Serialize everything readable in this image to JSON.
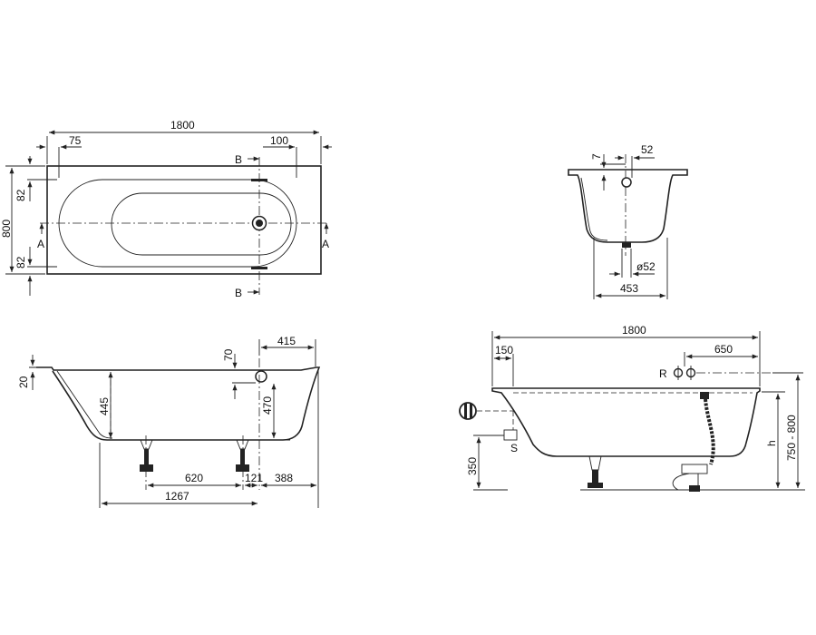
{
  "plan_view": {
    "length": "1800",
    "end_left": "75",
    "end_right": "100",
    "width": "800",
    "edge_top": "82",
    "edge_bottom": "82",
    "section_a_left": "A",
    "section_a_right": "A",
    "section_b_top": "B",
    "section_b_bottom": "B"
  },
  "cross_section": {
    "rim_offset": "7",
    "overflow_offset": "52",
    "drain_diameter": "ø52",
    "bottom_width": "453"
  },
  "side_section": {
    "overflow_from_end": "415",
    "rim_height": "20",
    "overflow_depth": "70",
    "inner_depth": "445",
    "overflow_height": "470",
    "feet_spacing": "620",
    "feet_to_drain": "121",
    "drain_to_end": "388",
    "overall_base": "1267"
  },
  "install_view": {
    "length": "1800",
    "waste_offset": "150",
    "tap_offset": "650",
    "tap_label": "R",
    "siphon_label": "S",
    "siphon_height": "350",
    "height_label": "h",
    "height_range": "750 - 800"
  }
}
